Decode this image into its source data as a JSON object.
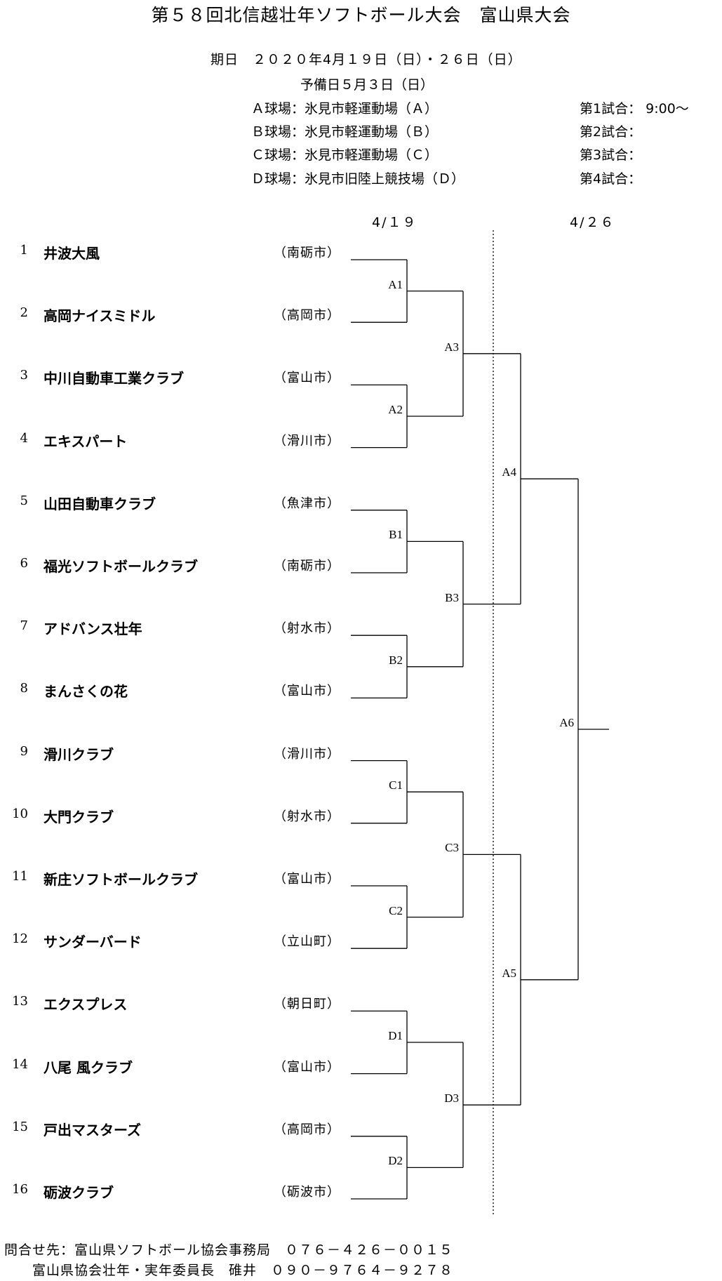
{
  "title": "第５８回北信越壮年ソフトボール大会　富山県大会",
  "dates": {
    "main": "期日　２０２０年4月１９日（日）・２６日（日）",
    "reserve": "予備日５月３日（日）"
  },
  "venues": [
    "Ａ球場：氷見市軽運動場（Ａ）",
    "Ｂ球場：氷見市軽運動場（Ｂ）",
    "Ｃ球場：氷見市軽運動場（Ｃ）",
    "Ｄ球場：氷見市旧陸上競技場（Ｄ）"
  ],
  "matches": [
    "第1試合：  9:00～",
    "第2試合：",
    "第3試合：",
    "第4試合："
  ],
  "round_dates": [
    "4/１９",
    "4/２６"
  ],
  "teams": [
    {
      "num": "1",
      "name": "井波大風",
      "city": "（南砺市）"
    },
    {
      "num": "2",
      "name": "高岡ナイスミドル",
      "city": "（高岡市）"
    },
    {
      "num": "3",
      "name": "中川自動車工業クラブ",
      "city": "（富山市）"
    },
    {
      "num": "4",
      "name": "エキスパート",
      "city": "（滑川市）"
    },
    {
      "num": "5",
      "name": "山田自動車クラブ",
      "city": "（魚津市）"
    },
    {
      "num": "6",
      "name": "福光ソフトボールクラブ",
      "city": "（南砺市）"
    },
    {
      "num": "7",
      "name": "アドバンス壮年",
      "city": "（射水市）"
    },
    {
      "num": "8",
      "name": "まんさくの花",
      "city": "（富山市）"
    },
    {
      "num": "9",
      "name": "滑川クラブ",
      "city": "（滑川市）"
    },
    {
      "num": "10",
      "name": "大門クラブ",
      "city": "（射水市）"
    },
    {
      "num": "11",
      "name": "新庄ソフトボールクラブ",
      "city": "（富山市）"
    },
    {
      "num": "12",
      "name": "サンダーバード",
      "city": "（立山町）"
    },
    {
      "num": "13",
      "name": "エクスプレス",
      "city": "（朝日町）"
    },
    {
      "num": "14",
      "name": "八尾 風クラブ",
      "city": "（富山市）"
    },
    {
      "num": "15",
      "name": "戸出マスターズ",
      "city": "（高岡市）"
    },
    {
      "num": "16",
      "name": "砺波クラブ",
      "city": "（砺波市）"
    }
  ],
  "games": {
    "round1": [
      "A1",
      "A2",
      "B1",
      "B2",
      "C1",
      "C2",
      "D1",
      "D2"
    ],
    "round2": [
      "A3",
      "B3",
      "C3",
      "D3"
    ],
    "round3": [
      "A4",
      "A5"
    ],
    "final": "A6"
  },
  "contact": {
    "line1": "問合せ先：富山県ソフトボール協会事務局　０７６－４２６－００１５",
    "line2": "富山県協会壮年・実年委員長　碓井　０９０－９７６４－９２７８"
  }
}
